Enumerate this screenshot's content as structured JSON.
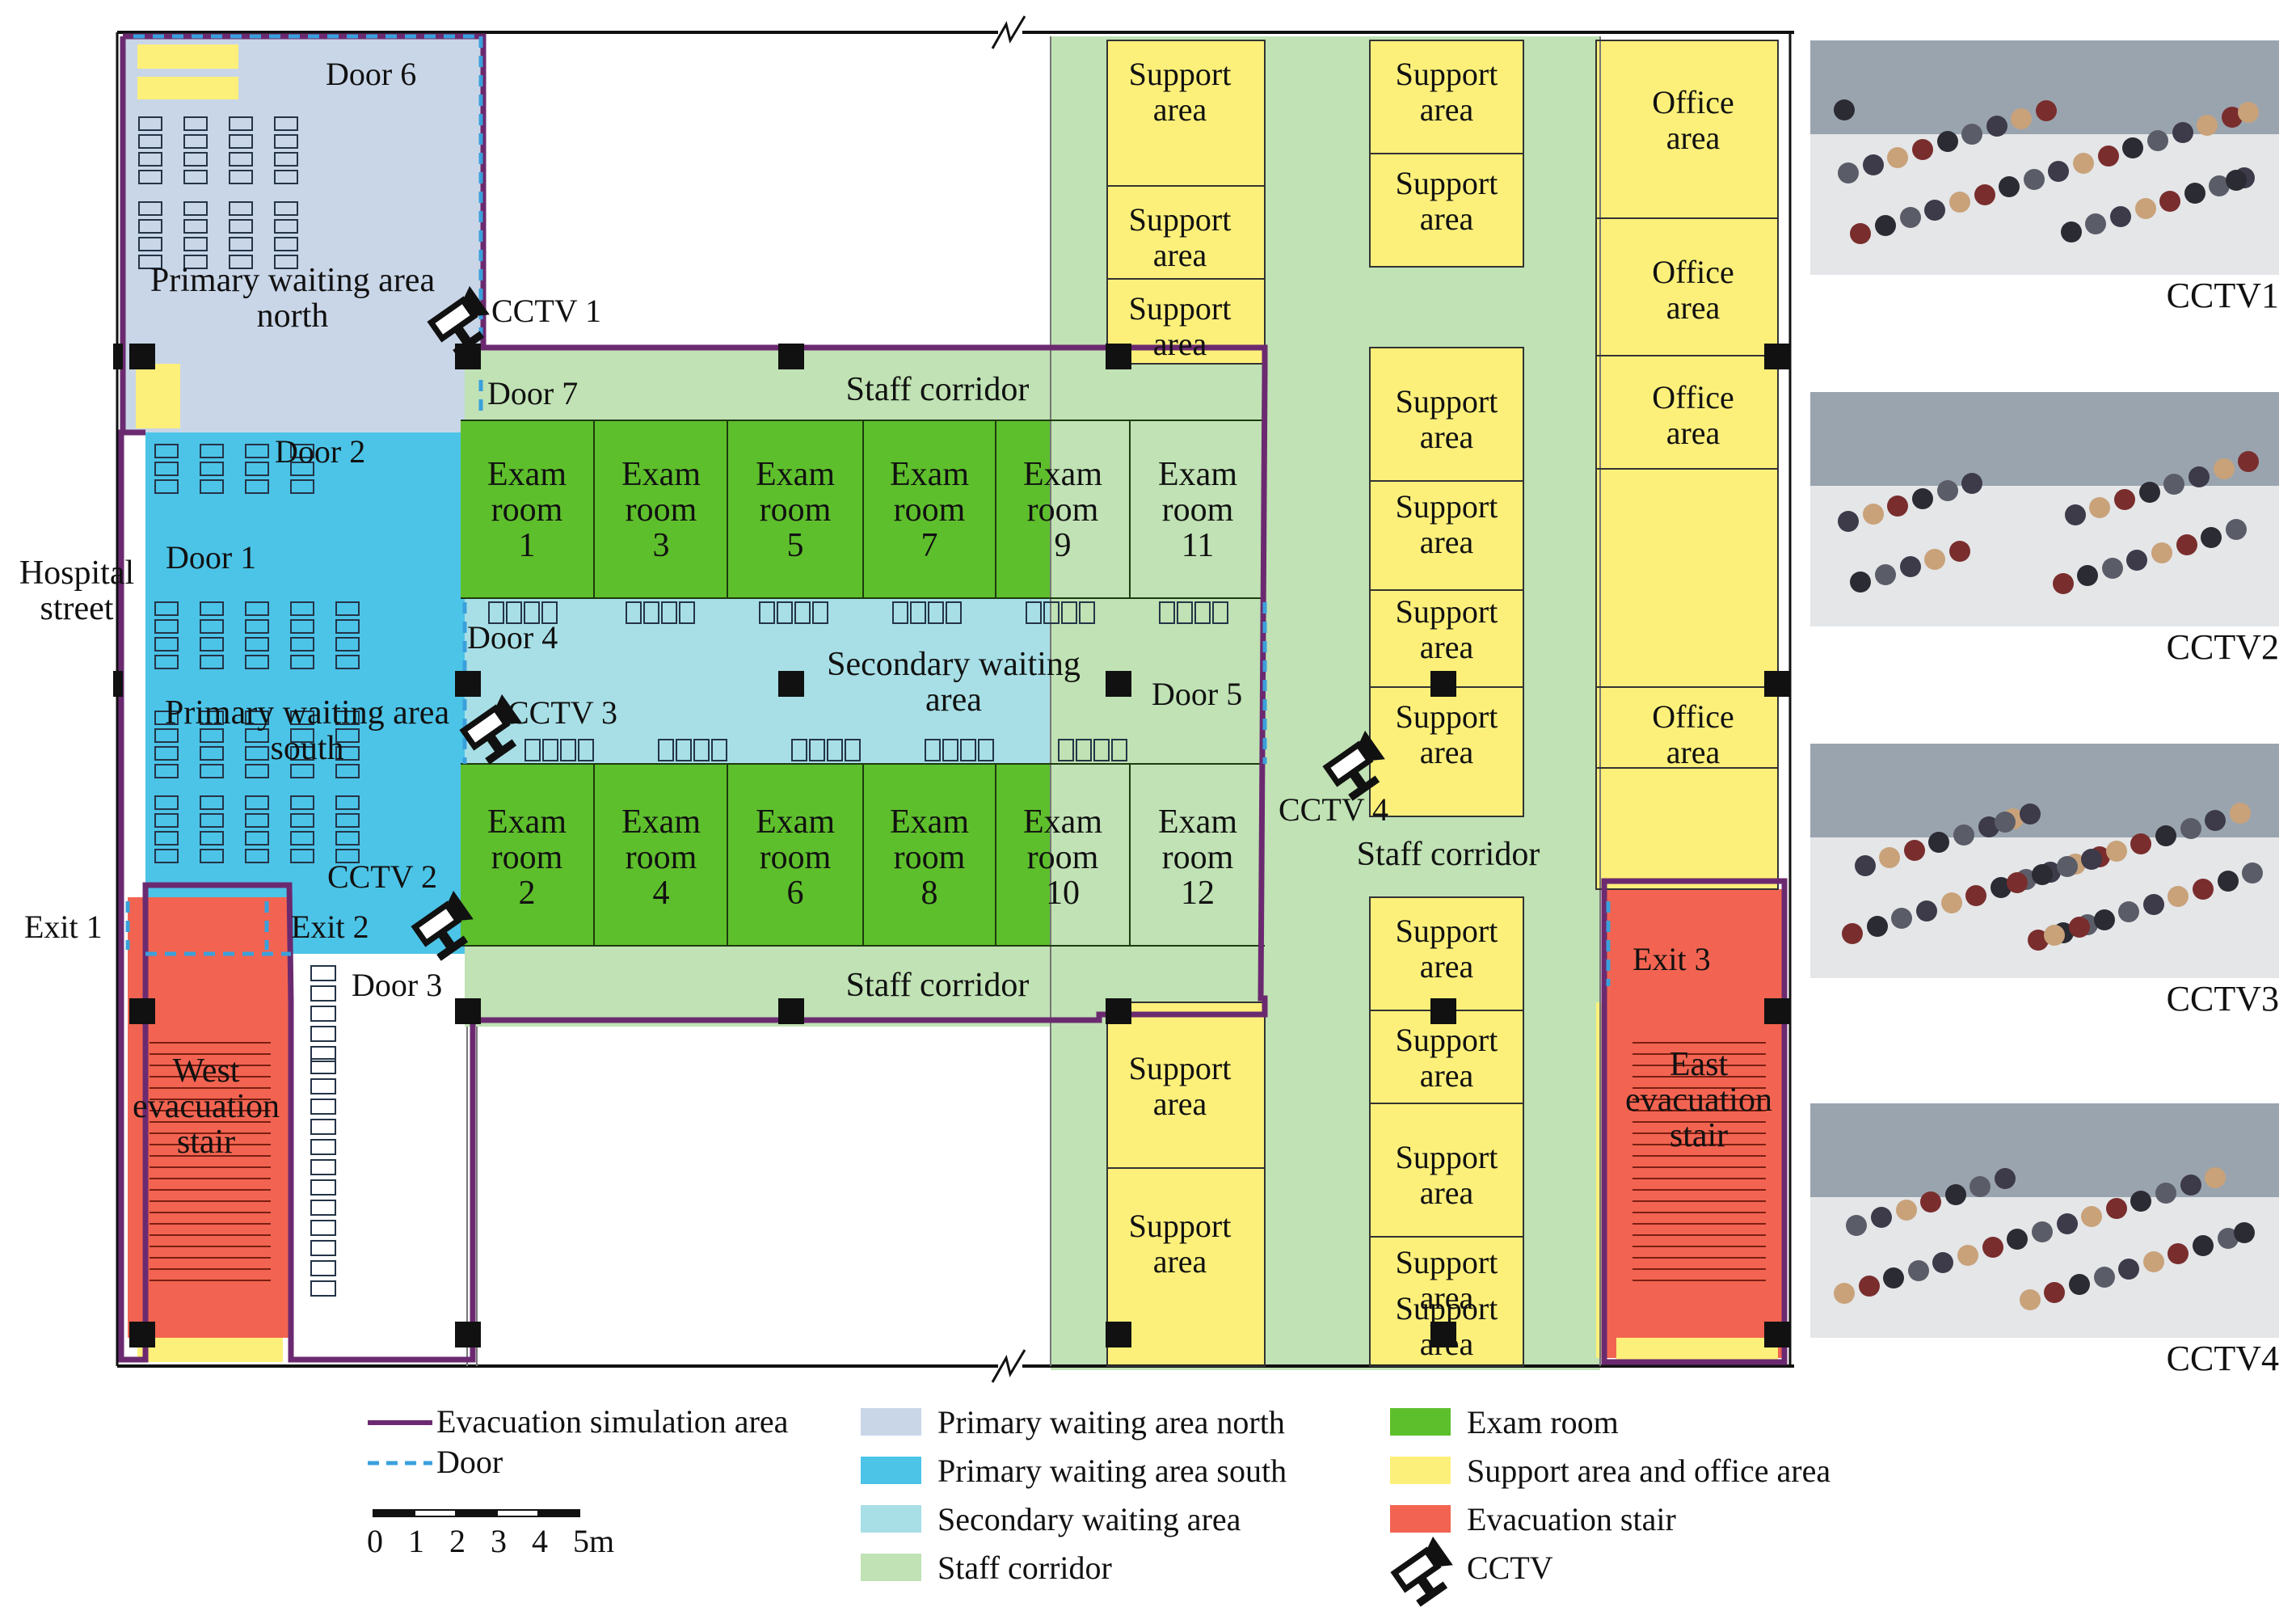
{
  "rooms": {
    "primary_north": "Primary waiting area\nnorth",
    "primary_south": "Primary waiting area\nsouth",
    "secondary": "Secondary waiting\narea",
    "staff_corridor_top": "Staff corridor",
    "staff_corridor_bottom": "Staff corridor",
    "staff_corridor_right": "Staff corridor",
    "hospital_street": "Hospital\nstreet",
    "west_stair": "West\nevacuation\nstair",
    "east_stair": "East\nevacuation\nstair",
    "exam_top": [
      "Exam\nroom\n1",
      "Exam\nroom\n3",
      "Exam\nroom\n5",
      "Exam\nroom\n7",
      "Exam\nroom\n9",
      "Exam\nroom\n11"
    ],
    "exam_bottom": [
      "Exam\nroom\n2",
      "Exam\nroom\n4",
      "Exam\nroom\n6",
      "Exam\nroom\n8",
      "Exam\nroom\n10",
      "Exam\nroom\n12"
    ],
    "support_col1": [
      "Support\narea",
      "Support\narea",
      "Support\narea",
      "Support\narea",
      "Support\narea"
    ],
    "support_col2": [
      "Support\narea",
      "Support\narea",
      "Support\narea",
      "Support\narea",
      "Support\narea",
      "Support\narea",
      "Support\narea",
      "Support\narea",
      "Support\narea",
      "Support\narea",
      "Support\narea"
    ],
    "office": [
      "Office\narea",
      "Office\narea",
      "Office\narea",
      "Office\narea"
    ]
  },
  "doors": [
    "Door 1",
    "Door 2",
    "Door 3",
    "Door 4",
    "Door 5",
    "Door 6",
    "Door 7"
  ],
  "exits": [
    "Exit 1",
    "Exit 2",
    "Exit 3"
  ],
  "cctv_labels": [
    "CCTV 1",
    "CCTV 2",
    "CCTV 3",
    "CCTV 4"
  ],
  "photo_captions": [
    "CCTV1",
    "CCTV2",
    "CCTV3",
    "CCTV4"
  ],
  "legend": {
    "line_items": [
      {
        "label": "Evacuation simulation area",
        "style": "solid",
        "color": "#6b2a70"
      },
      {
        "label": "Door",
        "style": "dashed",
        "color": "#3aa0dc"
      }
    ],
    "fill_items": [
      {
        "label": "Primary waiting area north",
        "color": "#c9d6e8"
      },
      {
        "label": "Primary waiting area south",
        "color": "#4cc4e8"
      },
      {
        "label": "Secondary waiting area",
        "color": "#a8dfe6"
      },
      {
        "label": "Staff corridor",
        "color": "#c0e2b4"
      },
      {
        "label": "Exam room",
        "color": "#5ebf2c"
      },
      {
        "label": "Support area and office area",
        "color": "#fdf07a"
      },
      {
        "label": "Evacuation stair",
        "color": "#f26451"
      },
      {
        "label": "CCTV",
        "icon": "cctv-icon"
      }
    ],
    "scale_labels": [
      "0",
      "1",
      "2",
      "3",
      "4",
      "5m"
    ]
  },
  "colors": {
    "north": "#c9d6e8",
    "south": "#4cc4e8",
    "secondary": "#a8dfe6",
    "corridor": "#c0e2b4",
    "exam": "#5ebf2c",
    "support": "#fdf07a",
    "stair": "#f26451",
    "boundary": "#6b2a70",
    "door": "#3aa0dc"
  }
}
